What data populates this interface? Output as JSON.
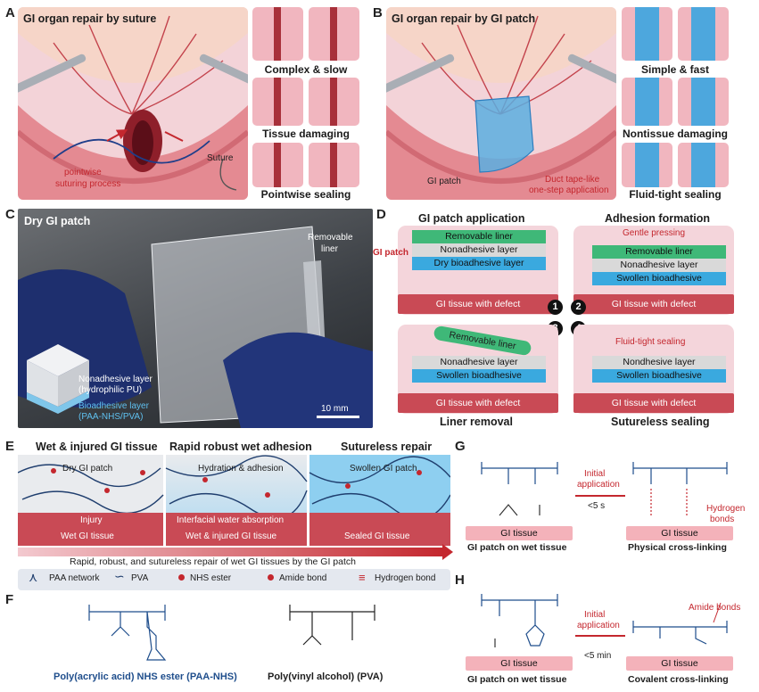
{
  "panels": {
    "A": {
      "letter": "A",
      "title": "GI organ repair by suture",
      "labels": [
        "pointwise",
        "suturing process",
        "Suture"
      ],
      "captions": [
        "Complex & slow",
        "Tissue damaging",
        "Pointwise sealing"
      ]
    },
    "B": {
      "letter": "B",
      "title": "GI organ repair by GI patch",
      "labels": [
        "GI patch",
        "Duct tape-like",
        "one-step application"
      ],
      "captions": [
        "Simple & fast",
        "Nontissue damaging",
        "Fluid-tight sealing"
      ]
    },
    "C": {
      "letter": "C",
      "title": "Dry GI patch",
      "liner_label": [
        "Removable",
        "liner"
      ],
      "nonadhesive": [
        "Nonadhesive layer",
        "(hydrophilic PU)"
      ],
      "bioadhesive": [
        "Bioadhesive layer",
        "(PAA-NHS/PVA)"
      ],
      "scale": "10 mm"
    },
    "D": {
      "letter": "D",
      "step1_title": "GI patch application",
      "step2_title": "Adhesion formation",
      "step3_title": "Liner removal",
      "step4_title": "Sutureless sealing",
      "gi_patch_label": "GI patch",
      "step1_layers": [
        "Removable liner",
        "Nonadhesive layer",
        "Dry bioadhesive layer"
      ],
      "step2_note": "Gentle pressing",
      "step2_layers": [
        "Removable liner",
        "Nonadhesive layer",
        "Swollen bioadhesive"
      ],
      "step3_liner": "Removable liner",
      "step3_layers": [
        "Nonadhesive layer",
        "Swollen bioadhesive"
      ],
      "step4_note": "Fluid-tight sealing",
      "step4_layers": [
        "Nondhesive layer",
        "Swollen bioadhesive"
      ],
      "tissue": "GI tissue with defect",
      "step_numbers": [
        "1",
        "2",
        "3",
        "4"
      ]
    },
    "E": {
      "letter": "E",
      "titles": [
        "Wet & injured GI tissue",
        "Rapid robust wet adhesion",
        "Sutureless repair"
      ],
      "inner": [
        "Dry GI patch",
        "Hydration & adhesion",
        "Swollen GI patch"
      ],
      "mid": [
        "Injury",
        "Interfacial water absorption",
        ""
      ],
      "bottom": [
        "Wet GI tissue",
        "Wet & injured GI tissue",
        "Sealed GI tissue"
      ],
      "arrow_text": "Rapid, robust, and sutureless repair of wet GI tissues by the GI patch",
      "legend": [
        "PAA network",
        "PVA",
        "NHS ester",
        "Amide bond",
        "Hydrogen bond"
      ]
    },
    "F": {
      "letter": "F",
      "left_name": "Poly(acrylic acid) NHS ester (PAA-NHS)",
      "right_name": "Poly(vinyl alcohol) (PVA)"
    },
    "G": {
      "letter": "G",
      "step": [
        "Initial",
        "application"
      ],
      "time": "<5 s",
      "tissue": "GI tissue",
      "left_caption": "GI patch on wet tissue",
      "right_caption": "Physical cross-linking",
      "note": [
        "Hydrogen",
        "bonds"
      ]
    },
    "H": {
      "letter": "H",
      "step": [
        "Initial",
        "application"
      ],
      "time": "<5 min",
      "tissue": "GI tissue",
      "left_caption": "GI patch on wet tissue",
      "right_caption": "Covalent cross-linking",
      "note": "Amide bonds"
    }
  },
  "colors": {
    "tissue": "#c94a55",
    "pink_bg": "#f4d5db",
    "liner_green": "#3fb878",
    "nonadhesive_gray": "#d9d9d9",
    "bioadhesive_blue": "#3aa9df",
    "accent_red": "#c4272e",
    "polymer_blue": "#1f4e8c"
  }
}
